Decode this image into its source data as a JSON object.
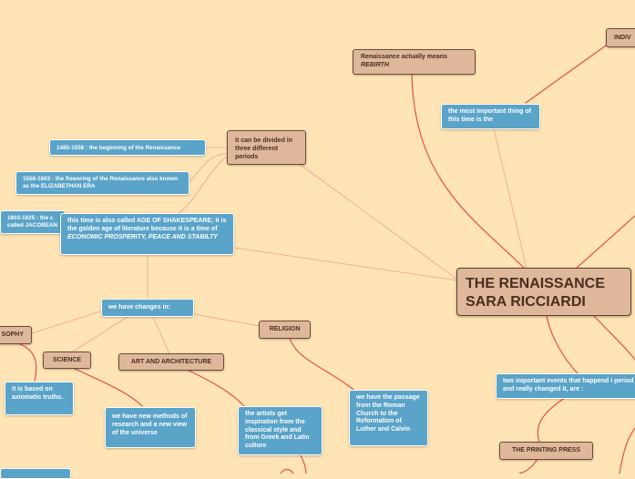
{
  "central": {
    "line1": "THE RENAISSANCE",
    "line2": "SARA RICCIARDI"
  },
  "nodes": {
    "rebirth": {
      "text": "Renaissance actually means",
      "em": "REBIRTH"
    },
    "individual": "INDIV",
    "most_important": "the most important thing of this time is the",
    "three_periods": "it can be divided in three different periods",
    "period1": "1485-1558 : the beginning of the Renaissance",
    "period2": "1558-1603 : the flowering of the Renaissance also known as the ELIZABETHAN ERA",
    "period3": "1603-1625 : the c called JACOBEAN",
    "age_shakespeare": {
      "text": "this time is also called AGE OF SHAKESPEARE; it is the golden age of literature because it is a time of",
      "em": "ECONOMIC PROSPERITY, PEACE AND STABILTY"
    },
    "changes": "we have changes in:",
    "philosophy": "SOPHY",
    "science": "SCIENCE",
    "art": "ART AND ARCHITECTURE",
    "religion": "RELIGION",
    "axiomatic": "it is based on axiomatic truths.",
    "new_methods": "we have new methods of research and a new view of the universe",
    "artists": "the artists get inspiration from the classical style and from Greek and Latin culture",
    "reformation": "we have the passage from the Roman Church to the Reformation of Luther and Calvin",
    "two_events": "two important events that happend i period and really changed it, are :",
    "printing_press": "THE PRINTING PRESS"
  },
  "colors": {
    "background": "#ffe4b5",
    "blue_node": "#5aa3c9",
    "tan_node": "#dfb89c",
    "red_link": "#e0524a",
    "light_link": "#f0a090"
  }
}
